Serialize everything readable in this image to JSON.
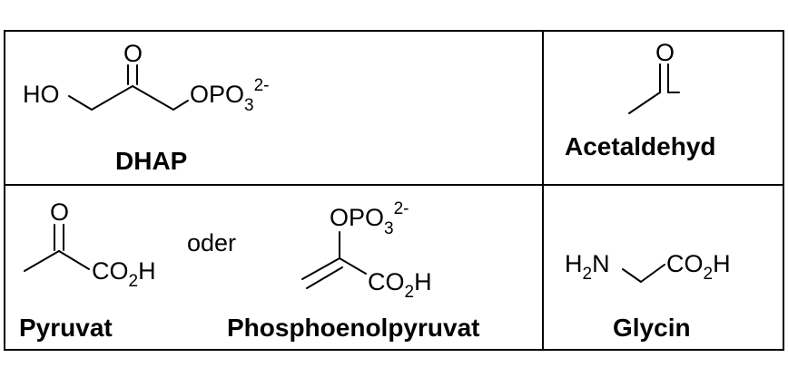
{
  "compounds": {
    "dhap": {
      "ho": "HO",
      "carbonyl_o": "O",
      "opo": "OPO",
      "opo_sub": "3",
      "opo_sup": "2-",
      "caption": "DHAP"
    },
    "acetaldehyde": {
      "carbonyl_o": "O",
      "caption": "Acetaldehyd"
    },
    "pyruvate": {
      "carbonyl_o": "O",
      "co": "CO",
      "co_sub": "2",
      "co_h": "H",
      "caption": "Pyruvat"
    },
    "connector": "oder",
    "pep": {
      "opo": "OPO",
      "opo_sub": "3",
      "opo_sup": "2-",
      "co": "CO",
      "co_sub": "2",
      "co_h": "H",
      "caption": "Phosphoenolpyruvat"
    },
    "glycine": {
      "h": "H",
      "h_sub": "2",
      "n": "N",
      "co": "CO",
      "co_sub": "2",
      "co_h": "H",
      "caption": "Glycin"
    }
  }
}
